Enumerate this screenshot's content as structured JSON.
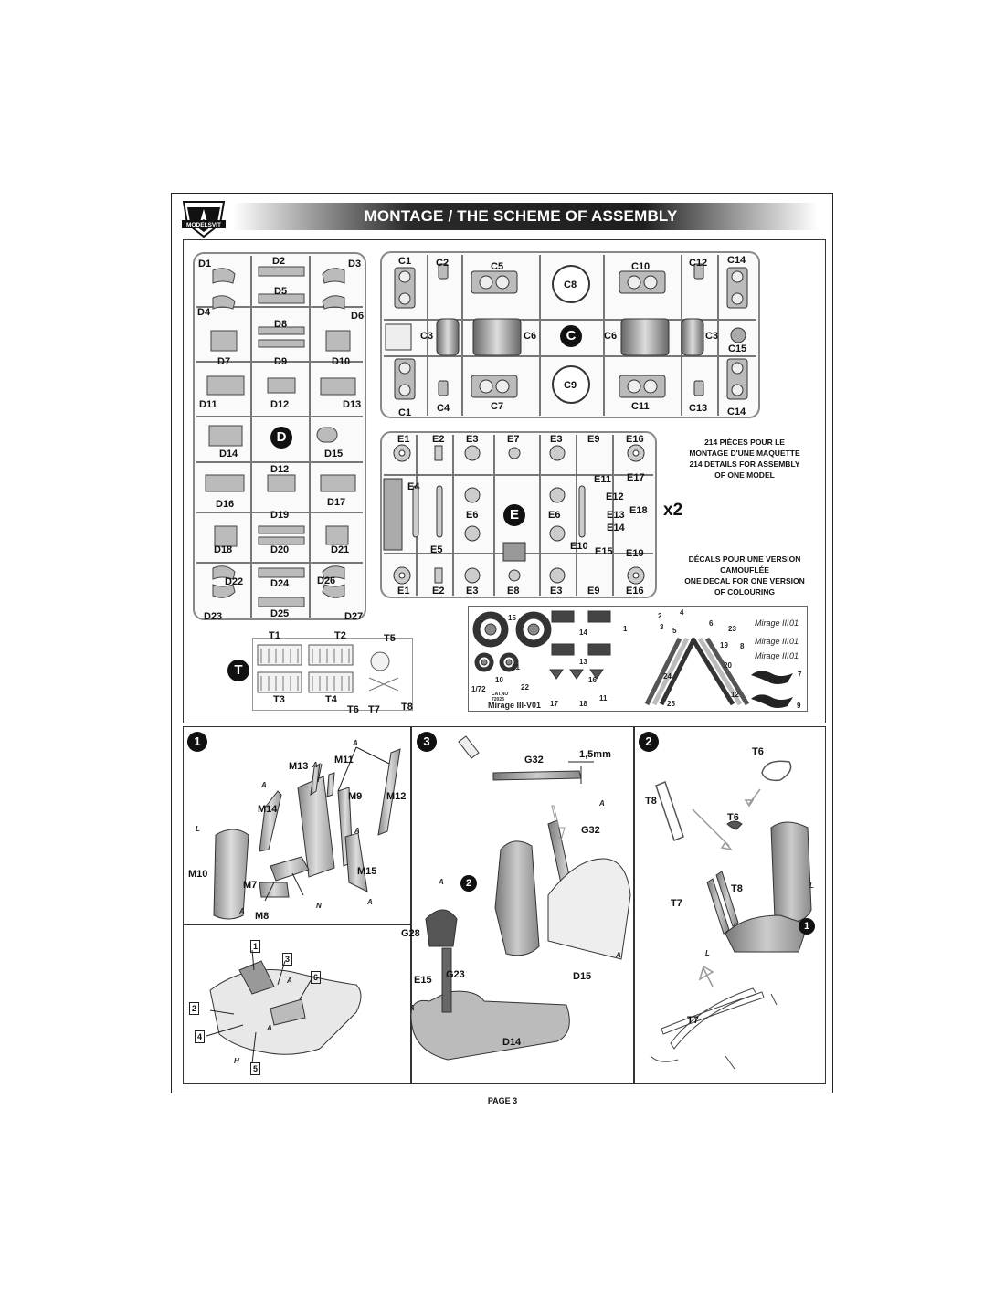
{
  "header": {
    "brand": "MODELSVIT",
    "title": "MONTAGE / THE SCHEME OF ASSEMBLY"
  },
  "sprues": {
    "D": {
      "letter": "D",
      "labels": [
        "D1",
        "D2",
        "D3",
        "D4",
        "D5",
        "D6",
        "D7",
        "D8",
        "D9",
        "D10",
        "D11",
        "D12",
        "D13",
        "D14",
        "D15",
        "D12",
        "D16",
        "D17",
        "D18",
        "D19",
        "D20",
        "D21",
        "D22",
        "D24",
        "D26",
        "D23",
        "D25",
        "D27"
      ]
    },
    "C": {
      "letter": "C",
      "labels": [
        "C1",
        "C2",
        "C5",
        "C8",
        "C10",
        "C12",
        "C14",
        "C3",
        "C6",
        "C6",
        "C3",
        "C15",
        "C1",
        "C4",
        "C7",
        "C9",
        "C11",
        "C13",
        "C14"
      ]
    },
    "E": {
      "letter": "E",
      "multiplier": "x2",
      "labels": [
        "E1",
        "E2",
        "E3",
        "E7",
        "E3",
        "E9",
        "E16",
        "E4",
        "E11",
        "E17",
        "E12",
        "E18",
        "E6",
        "E6",
        "E13",
        "E14",
        "E5",
        "E10",
        "E15",
        "E19",
        "E1",
        "E2",
        "E3",
        "E8",
        "E3",
        "E9",
        "E16"
      ]
    },
    "T": {
      "letter": "T",
      "labels": [
        "T1",
        "T2",
        "T5",
        "T3",
        "T4",
        "T6",
        "T7",
        "T8"
      ]
    }
  },
  "notes": {
    "count_fr": "214 PIÈCES POUR LE MONTAGE D'UNE MAQUETTE",
    "count_en": "214 DETAILS FOR ASSEMBLY OF ONE MODEL",
    "decal_fr": "DÉCALS POUR UNE VERSION CAMOUFLÉE",
    "decal_en": "ONE DECAL FOR ONE VERSION OF COLOURING"
  },
  "decal_sheet": {
    "scale": "1/72",
    "cat_label": "CAT.NO",
    "cat_no": "72023",
    "model": "Mirage III-V01",
    "numbers": [
      "15",
      "14",
      "13",
      "10",
      "21",
      "16",
      "22",
      "17",
      "18",
      "2",
      "3",
      "4",
      "5",
      "6",
      "1",
      "23",
      "8",
      "19",
      "20",
      "7",
      "24",
      "25",
      "12",
      "9",
      "11"
    ],
    "brand_text": "Mirage III",
    "serial": "01"
  },
  "steps": {
    "step1": {
      "number": "1",
      "parts": [
        "M13",
        "M11",
        "M9",
        "M12",
        "M14",
        "M10",
        "M7",
        "M15",
        "M8"
      ],
      "paint": [
        "A",
        "A",
        "A",
        "L",
        "A",
        "A",
        "A",
        "N"
      ]
    },
    "step3": {
      "number": "3",
      "parts": [
        "G32",
        "G32",
        "G28",
        "G23",
        "E15",
        "D15",
        "D14"
      ],
      "dimension": "1,5mm",
      "sub_ref": "2",
      "paint": [
        "A",
        "A",
        "A",
        "A"
      ]
    },
    "step2": {
      "number": "2",
      "parts": [
        "T6",
        "T8",
        "T6",
        "T8",
        "T7",
        "T7"
      ],
      "sub_ref": "1",
      "paint": [
        "L",
        "L"
      ]
    },
    "cockpit": {
      "callouts": [
        "1",
        "2",
        "3",
        "4",
        "5",
        "6"
      ],
      "paint": [
        "A",
        "A",
        "H"
      ]
    }
  },
  "footer": {
    "page": "PAGE 3"
  }
}
